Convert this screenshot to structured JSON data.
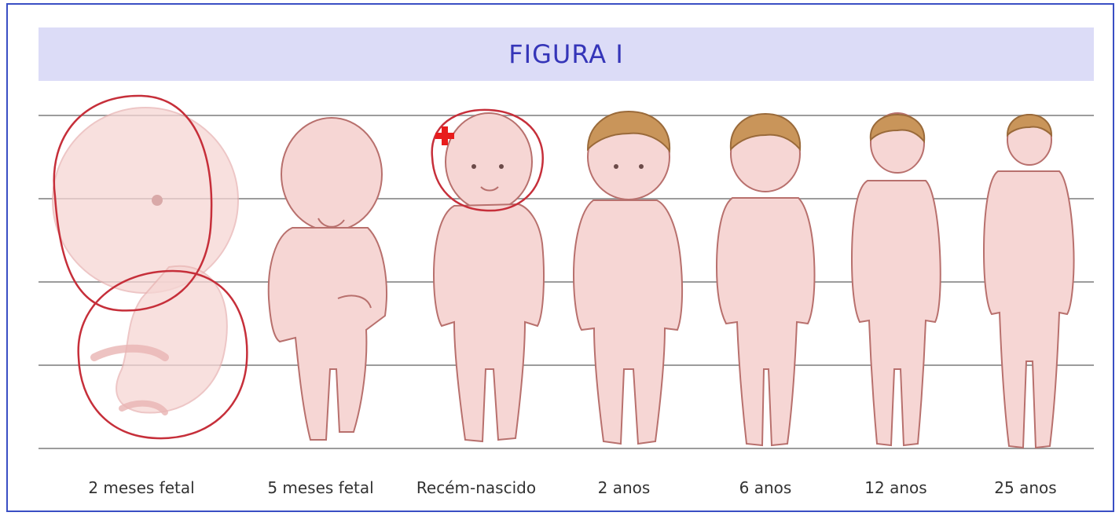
{
  "title": "FIGURA I",
  "stages": [
    {
      "label": "2 meses fetal"
    },
    {
      "label": "5 meses fetal"
    },
    {
      "label": "Recém-nascido"
    },
    {
      "label": "2 anos"
    },
    {
      "label": "6 anos"
    },
    {
      "label": "12 anos"
    },
    {
      "label": "25 anos"
    }
  ],
  "colors": {
    "frame": "#3a4fc4",
    "title_band": "#dcdcf7",
    "title_text": "#3535b8",
    "skin": "#f6d6d4",
    "skin_shade": "#e8b4b3",
    "outline": "#b8706d",
    "hair": "#c9955a",
    "annotation": "#c62f3a",
    "marker": "#e81c1c"
  }
}
